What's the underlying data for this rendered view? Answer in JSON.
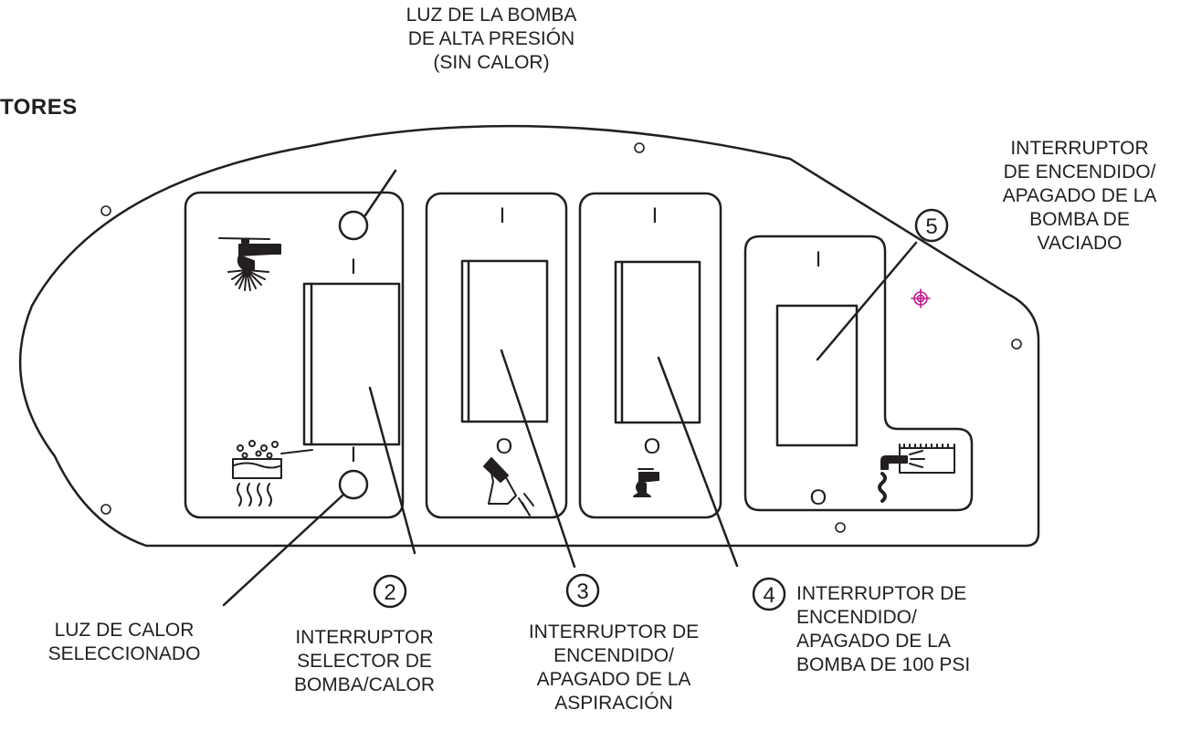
{
  "title": "TORES",
  "labels": {
    "pump_light": [
      "LUZ DE LA BOMBA",
      "DE ALTA PRESIÓN",
      "(SIN CALOR)"
    ],
    "drain_switch": [
      "INTERRUPTOR",
      "DE ENCENDIDO/",
      "APAGADO DE LA",
      "BOMBA DE",
      "VACIADO"
    ],
    "heat_light": [
      "LUZ DE CALOR",
      "SELECCIONADO"
    ],
    "selector_switch": [
      "INTERRUPTOR",
      "SELECTOR DE",
      "BOMBA/CALOR"
    ],
    "vacuum_switch": [
      "INTERRUPTOR DE",
      "ENCENDIDO/",
      "APAGADO DE LA",
      "ASPIRACIÓN"
    ],
    "pump100_switch": [
      "INTERRUPTOR DE",
      "ENCENDIDO/",
      "APAGADO DE LA",
      "BOMBA DE 100 PSI"
    ]
  },
  "callouts": {
    "n2": "2",
    "n3": "3",
    "n4": "4",
    "n5": "5"
  },
  "switch_marks": {
    "on": "I",
    "off": "O"
  },
  "colors": {
    "ink": "#231f20",
    "registration_mark": "#c2188f"
  },
  "icons": [
    "faucet-spray-icon",
    "boiling-pot-icon",
    "vacuum-wand-icon",
    "faucet-small-icon",
    "drain-tank-icon"
  ]
}
